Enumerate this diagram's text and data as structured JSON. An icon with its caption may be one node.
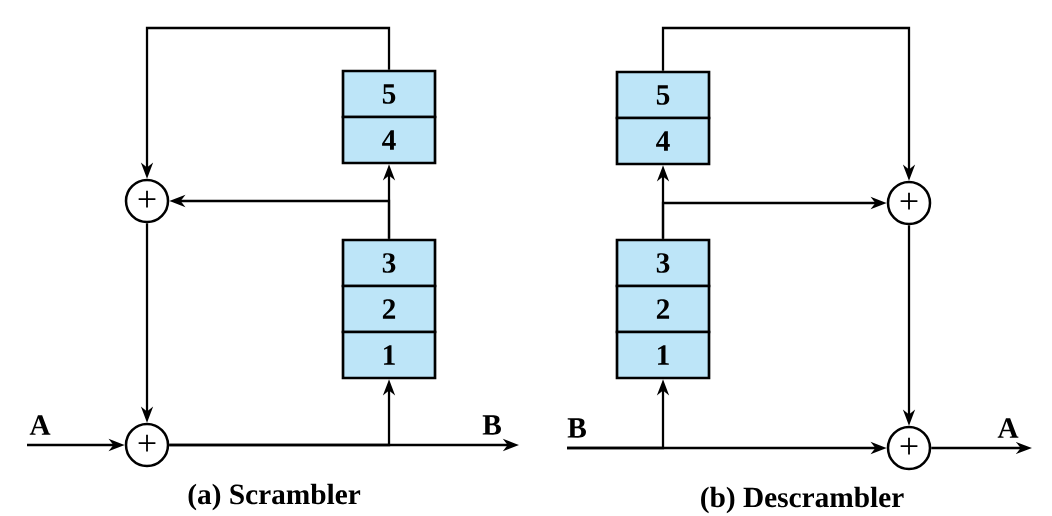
{
  "diagram": {
    "nodes": [
      {
        "text": [
          "5"
        ]
      },
      {
        "text": [
          "4"
        ]
      },
      {
        "text": [
          "+"
        ]
      },
      {
        "text": [
          "3"
        ]
      },
      {
        "text": [
          "2"
        ]
      },
      {
        "text": [
          "1"
        ]
      },
      {
        "text": [
          "+"
        ]
      },
      {
        "text": [
          "5"
        ]
      },
      {
        "text": [
          "4"
        ]
      },
      {
        "text": [
          "+"
        ]
      },
      {
        "text": [
          "3"
        ]
      },
      {
        "text": [
          "2"
        ]
      },
      {
        "text": [
          "1"
        ]
      },
      {
        "text": [
          "+"
        ]
      }
    ],
    "edges": [
      {
        "from": null,
        "to": 6,
        "arrow": "to",
        "label": "A"
      },
      {
        "from": 6,
        "to": 5,
        "arrow": "to"
      },
      {
        "from": 6,
        "to": null,
        "arrow": "to",
        "label": "B"
      },
      {
        "from": 3,
        "to": 1,
        "arrow": "to"
      },
      {
        "from": 3,
        "to": 2,
        "arrow": "to"
      },
      {
        "from": 0,
        "to": 2,
        "arrow": "to"
      },
      {
        "from": 2,
        "to": 6,
        "arrow": "to"
      },
      {
        "from": null,
        "to": 12,
        "arrow": "to"
      },
      {
        "from": null,
        "to": 13,
        "arrow": "to",
        "label": "B"
      },
      {
        "from": 13,
        "to": null,
        "arrow": "to",
        "label": "A"
      },
      {
        "from": 10,
        "to": 8,
        "arrow": "to"
      },
      {
        "from": 10,
        "to": 9,
        "arrow": "to"
      },
      {
        "from": 7,
        "to": 9,
        "arrow": "to"
      },
      {
        "from": 9,
        "to": 13,
        "arrow": "to"
      }
    ],
    "labels": [
      "(a) Scrambler",
      "(b) Descrambler"
    ]
  }
}
